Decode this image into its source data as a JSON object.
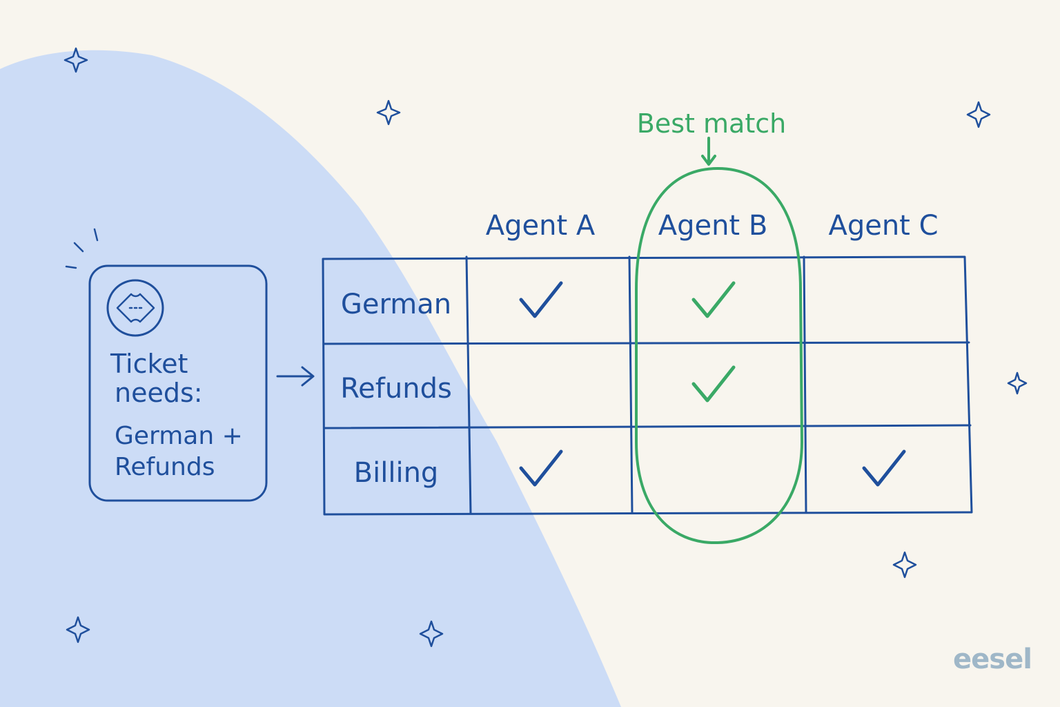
{
  "ticket": {
    "title_line1": "Ticket",
    "title_line2": "needs:",
    "needs_line1": "German +",
    "needs_line2": "Refunds",
    "icon": "ticket-icon"
  },
  "agents": [
    "Agent A",
    "Agent B",
    "Agent C"
  ],
  "skills": [
    "German",
    "Refunds",
    "Billing"
  ],
  "matrix": [
    [
      true,
      true,
      false
    ],
    [
      false,
      true,
      false
    ],
    [
      true,
      false,
      true
    ]
  ],
  "highlight": {
    "label": "Best match",
    "agent_index": 1
  },
  "colors": {
    "background": "#f8f5ee",
    "blob": "#ccdcf6",
    "ink": "#1f4f9c",
    "highlight": "#3aa966",
    "logo": "#9fb7c8"
  },
  "logo": "eesel"
}
